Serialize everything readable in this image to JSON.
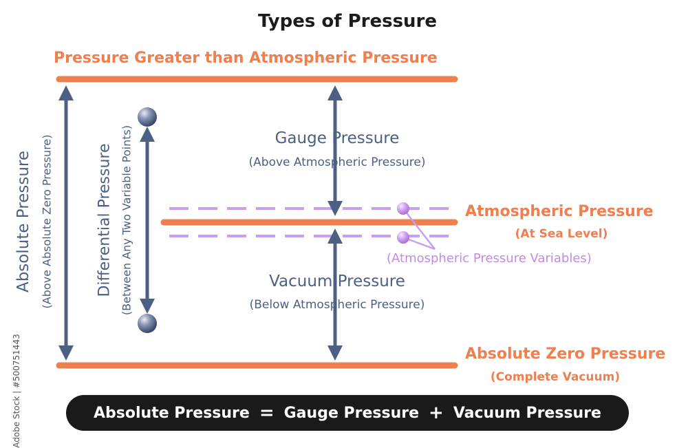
{
  "title": "Types of Pressure",
  "labels": {
    "greater_than_atm": "Pressure Greater than Atmospheric Pressure",
    "gauge": "Gauge Pressure",
    "gauge_sub": "(Above Atmospheric Pressure)",
    "vacuum": "Vacuum Pressure",
    "vacuum_sub": "(Below Atmospheric Pressure)",
    "atmospheric": "Atmospheric Pressure",
    "atmospheric_sub": "(At Sea Level)",
    "atm_variables": "(Atmospheric Pressure Variables)",
    "absolute_zero": "Absolute Zero Pressure",
    "absolute_zero_sub": "(Complete Vacuum)",
    "absolute": "Absolute Pressure",
    "absolute_sub": "(Above Absolute Zero Pressure)",
    "differential": "Differential Pressure",
    "differential_sub": "(Between Any Two Variable Points)"
  },
  "formula": {
    "term1": "Absolute Pressure",
    "equals": "=",
    "term2": "Gauge Pressure",
    "plus": "+",
    "term3": "Vacuum Pressure"
  },
  "watermark": "Adobe Stock | #500751443",
  "colors": {
    "orange": "#ef7f4f",
    "slate": "#4d5f82",
    "violet": "#c08be6",
    "formula_bg": "#1a1a1a"
  }
}
